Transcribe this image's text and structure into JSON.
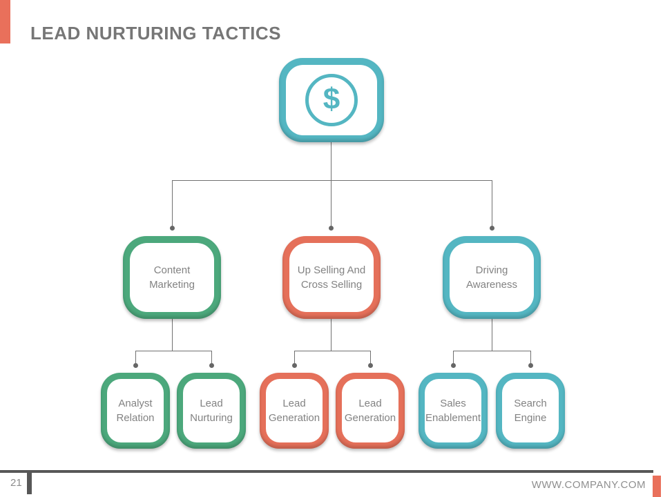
{
  "slide": {
    "title": "LEAD NURTURING TACTICS",
    "page_number": "21",
    "website": "WWW.COMPANY.COM"
  },
  "colors": {
    "accent_coral": "#E9705B",
    "teal": "#54B6C2",
    "green": "#4CA87C",
    "coral": "#E5705A",
    "node_text_gray": "#828282",
    "title_gray": "#767676",
    "connector_gray": "#707070",
    "footer_gray": "#575757"
  },
  "tree": {
    "root": {
      "icon": "dollar-icon",
      "symbol": "$",
      "color": "#54B6C2"
    },
    "level2": [
      {
        "label": "Content Marketing",
        "color": "#4CA87C"
      },
      {
        "label": "Up Selling And Cross Selling",
        "color": "#E5705A"
      },
      {
        "label": "Driving Awareness",
        "color": "#54B6C2"
      }
    ],
    "level3": [
      {
        "label": "Analyst Relation",
        "parent": "Content Marketing",
        "color": "#4CA87C"
      },
      {
        "label": "Lead Nurturing",
        "parent": "Content Marketing",
        "color": "#4CA87C"
      },
      {
        "label": "Lead Generation",
        "parent": "Up Selling And Cross Selling",
        "color": "#E5705A"
      },
      {
        "label": "Lead Generation",
        "parent": "Up Selling And Cross Selling",
        "color": "#E5705A"
      },
      {
        "label": "Sales Enablement",
        "parent": "Driving Awareness",
        "color": "#54B6C2"
      },
      {
        "label": "Search Engine",
        "parent": "Driving Awareness",
        "color": "#54B6C2"
      }
    ]
  }
}
